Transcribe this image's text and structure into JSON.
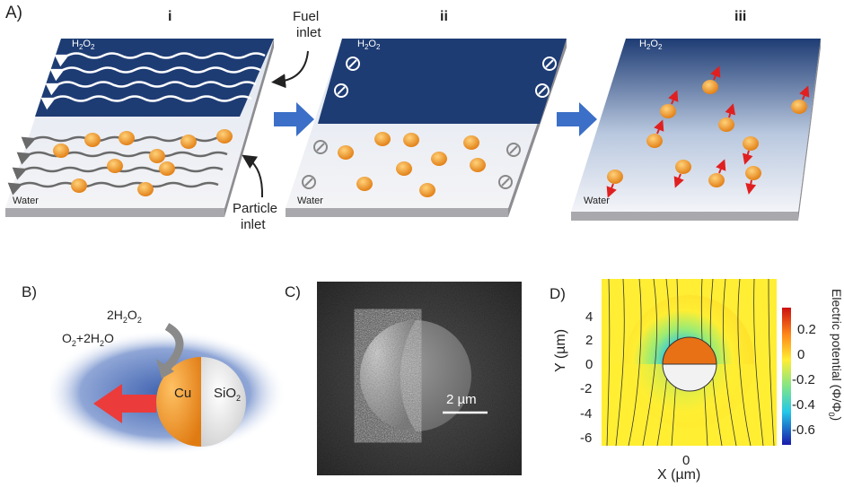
{
  "panelA": {
    "label": "A)",
    "steps": [
      "i",
      "ii",
      "iii"
    ],
    "fuel": "H",
    "fuel_sub": "2",
    "fuel_tail": "O",
    "fuel_sub2": "2",
    "water": "Water",
    "fuel_inlet_1": "Fuel",
    "fuel_inlet_2": "inlet",
    "particle_inlet_1": "Particle",
    "particle_inlet_2": "inlet"
  },
  "panelB": {
    "label": "B)",
    "reactant": "2H",
    "reactant_s1": "2",
    "reactant_o": "O",
    "reactant_s2": "2",
    "product_a": "O",
    "product_s1": "2",
    "product_b": "+2H",
    "product_s2": "2",
    "product_c": "O",
    "cu": "Cu",
    "sio": "SiO",
    "sio_sub": "2"
  },
  "panelC": {
    "label": "C)",
    "scale": "2 µm"
  },
  "panelD": {
    "label": "D)",
    "ylabel": "Y (µm)",
    "xlabel": "X (µm)",
    "yticks": [
      "4",
      "2",
      "0",
      "-2",
      "-4",
      "-6"
    ],
    "xtick": "0",
    "colorbar_title": "Electric potential (Φ/Φ",
    "colorbar_sub": "0",
    "colorbar_close": ")",
    "colorbar_ticks": [
      "0.2",
      "0",
      "-0.2",
      "-0.4",
      "-0.6"
    ],
    "colors": {
      "high": "#cc1111",
      "mid": "#ffee33",
      "low": "#1a1aaa"
    }
  }
}
